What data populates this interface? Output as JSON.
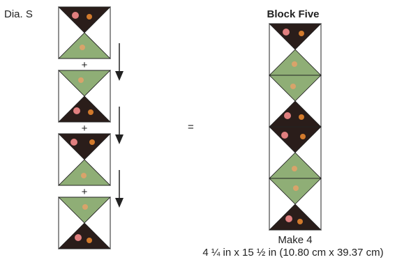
{
  "diagram_label": "Dia. S",
  "block_title": "Block Five",
  "operator_plus": "+",
  "operator_equals": "=",
  "make_label": "Make 4",
  "size_label": "4 ¼ in x 15 ½ in (10.80 cm x 39.37 cm)",
  "colors": {
    "dark_fabric": "#2a1d1a",
    "green_fabric": "#8fae76",
    "pink_accent": "#e07f7f",
    "orange_accent": "#d27a2c",
    "outline": "#222222"
  }
}
